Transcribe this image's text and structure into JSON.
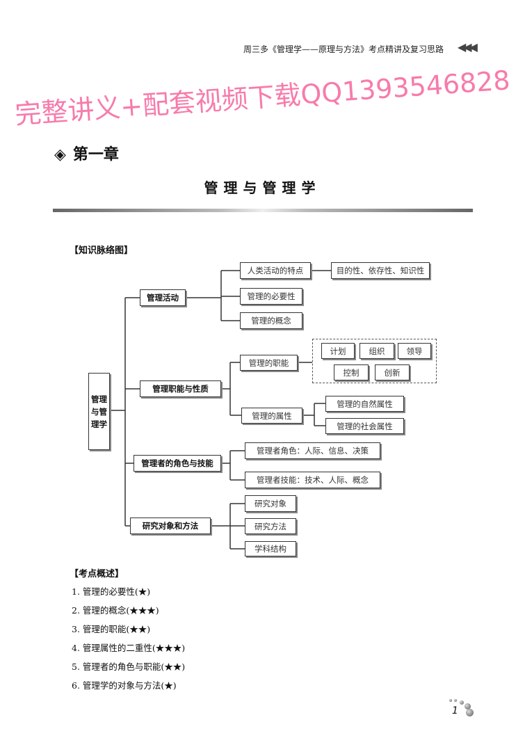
{
  "header": {
    "running_title": "周三多《管理学——原理与方法》考点精讲及复习思路",
    "arrows_icon": "triple-left-arrow"
  },
  "chapter": {
    "label": "第一章",
    "marker_icon": "double-diamond",
    "title": "管理与管理学"
  },
  "section_map": {
    "heading": "【知识脉络图】"
  },
  "diagram": {
    "root": "管理与管理学",
    "l1": [
      "管理活动",
      "管理职能与性质",
      "管理者的角色与技能",
      "研究对象和方法"
    ],
    "activity": {
      "a": "人类活动的特点",
      "a_detail": "目的性、依存性、知识性",
      "b": "管理的必要性",
      "c": "管理的概念"
    },
    "function": {
      "a": "管理的职能",
      "functions": [
        "计划",
        "组织",
        "领导",
        "控制",
        "创新"
      ],
      "b": "管理的属性",
      "b_children": [
        "管理的自然属性",
        "管理的社会属性"
      ]
    },
    "roles": [
      "管理者角色：人际、信息、决策",
      "管理者技能：技术、人际、概念"
    ],
    "research": [
      "研究对象",
      "研究方法",
      "学科结构"
    ]
  },
  "overview": {
    "heading": "【考点概述】",
    "items": [
      "1. 管理的必要性(★)",
      "2. 管理的概念(★★★)",
      "3. 管理的职能(★★)",
      "4. 管理属性的二重性(★★★)",
      "5. 管理者的角色与职能(★★)",
      "6. 管理学的对象与方法(★)"
    ]
  },
  "watermark": "完整讲义+配套视频下载QQ1393546828",
  "page_number": "1"
}
